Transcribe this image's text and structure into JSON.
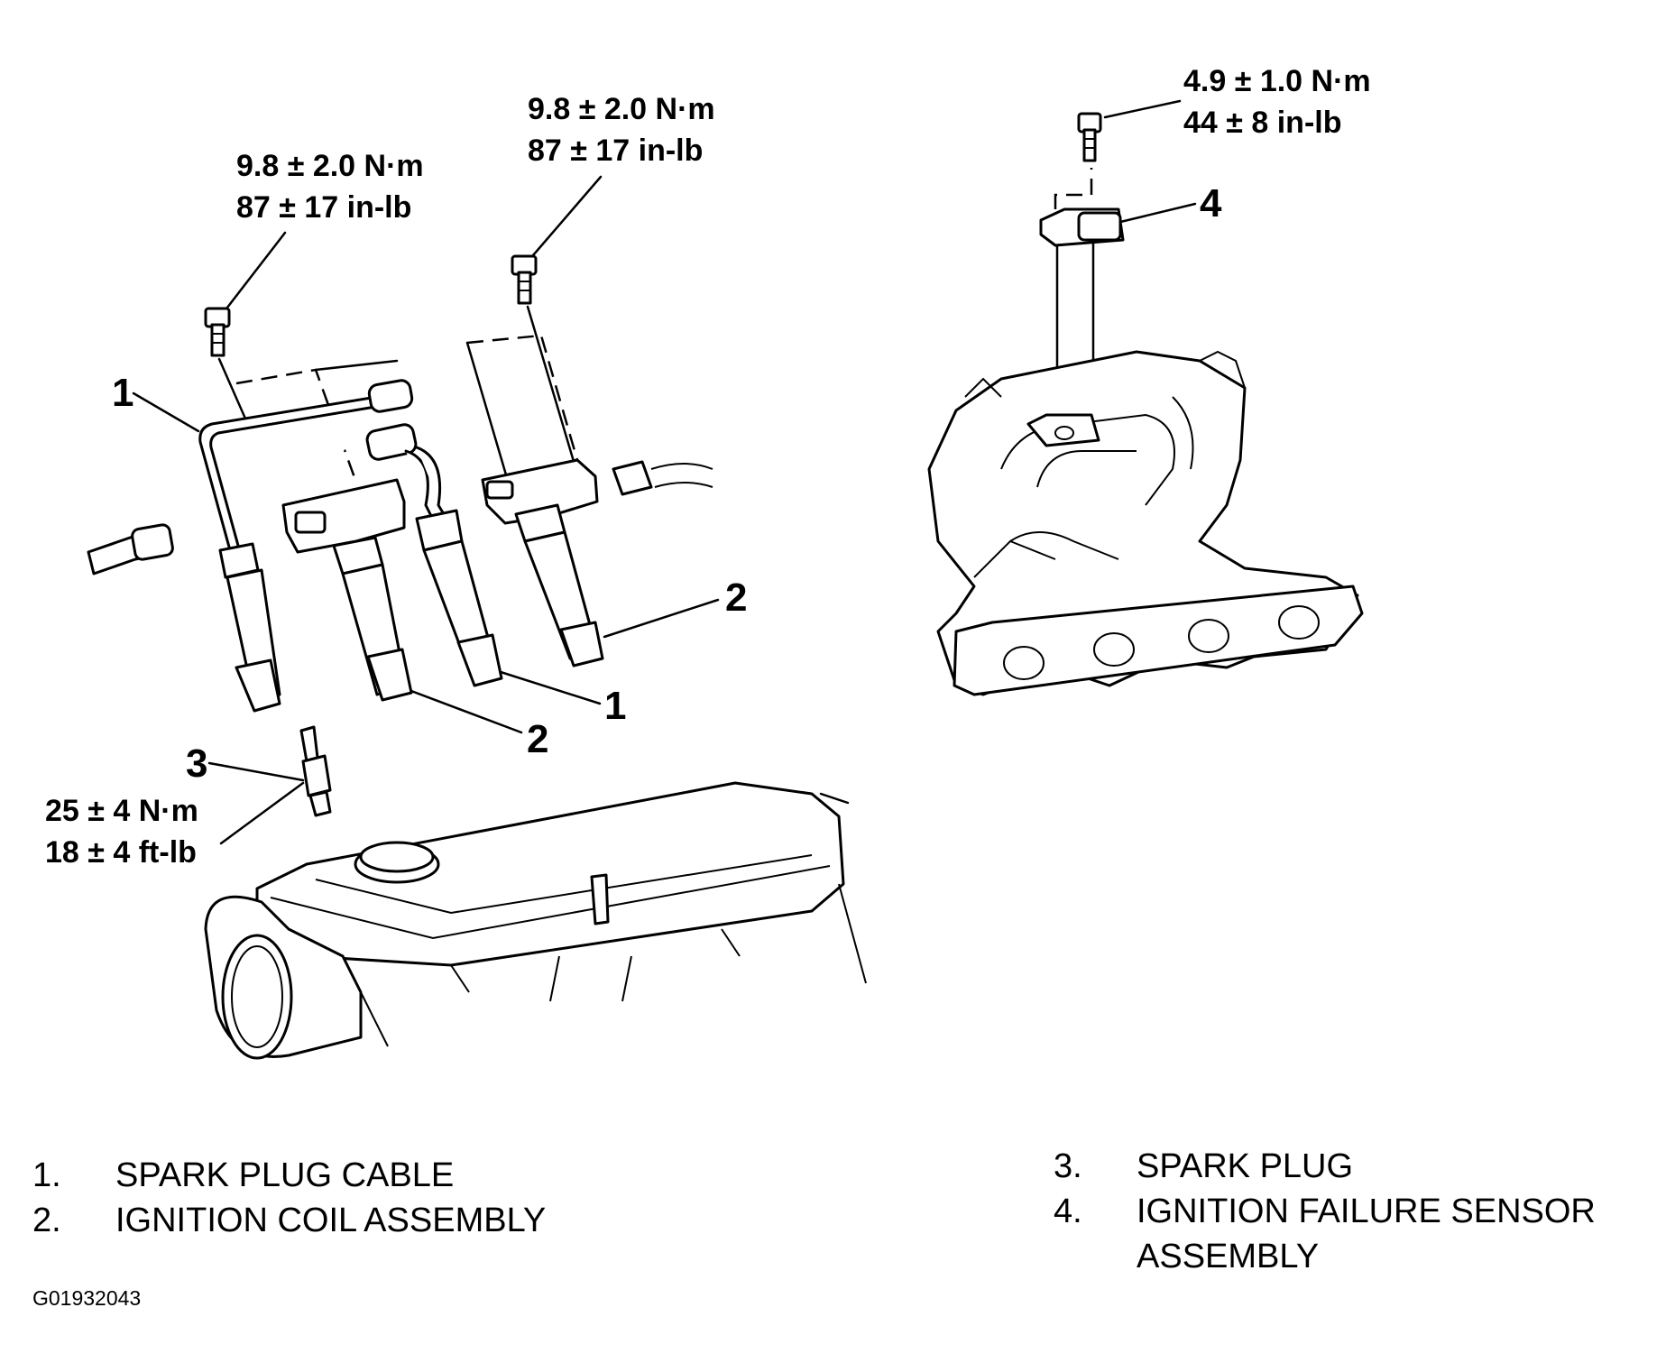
{
  "torque_specs": [
    {
      "id": "coil-bolt-left",
      "metric": "9.8 ± 2.0 N·m",
      "imperial": "87 ± 17 in-lb"
    },
    {
      "id": "coil-bolt-right",
      "metric": "9.8 ± 2.0 N·m",
      "imperial": "87 ± 17 in-lb"
    },
    {
      "id": "sensor-bolt",
      "metric": "4.9 ± 1.0 N·m",
      "imperial": "44 ± 8 in-lb"
    },
    {
      "id": "spark-plug",
      "metric": "25 ± 4 N·m",
      "imperial": "18 ± 4 ft-lb"
    }
  ],
  "callouts": {
    "cable_upper": "1",
    "cable_lower": "1",
    "coil_right": "2",
    "coil_lower": "2",
    "plug": "3",
    "sensor": "4"
  },
  "legend": [
    {
      "num": "1.",
      "text": "SPARK PLUG CABLE"
    },
    {
      "num": "2.",
      "text": "IGNITION COIL ASSEMBLY"
    },
    {
      "num": "3.",
      "text": "SPARK PLUG"
    },
    {
      "num": "4.",
      "text": "IGNITION FAILURE SENSOR",
      "text2": "ASSEMBLY"
    }
  ],
  "figure_id": "G01932043"
}
